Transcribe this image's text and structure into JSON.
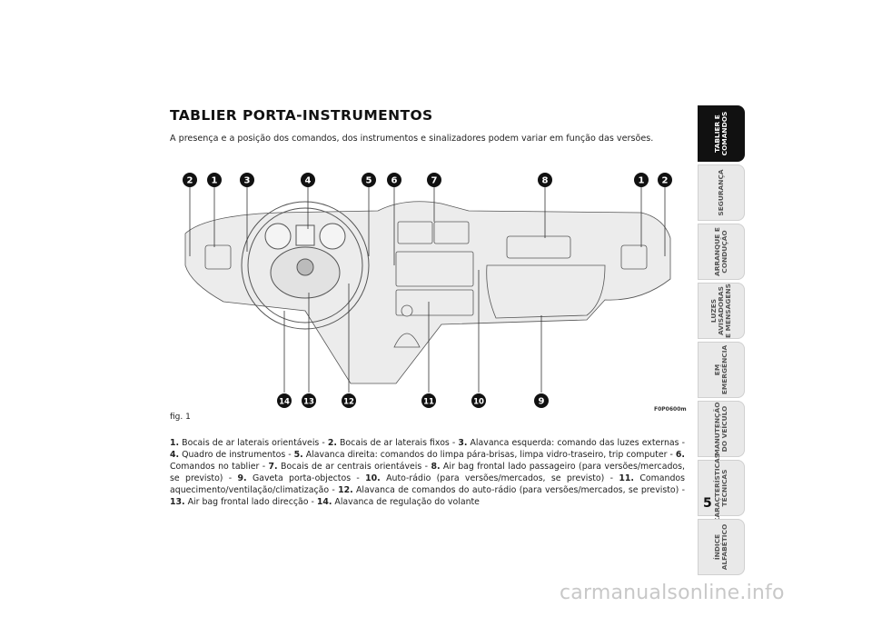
{
  "title": "TABLIER PORTA-INSTRUMENTOS",
  "subtitle": "A presença e a posição dos comandos, dos instrumentos e sinalizadores podem variar em função das versões.",
  "figure": {
    "label": "fig. 1",
    "code": "F0P0600m",
    "callouts_top": [
      "2",
      "1",
      "3",
      "4",
      "5",
      "6",
      "7",
      "8",
      "1",
      "2"
    ],
    "callouts_bottom": [
      "14",
      "13",
      "12",
      "11",
      "10",
      "9"
    ]
  },
  "legend": [
    {
      "num": "1.",
      "text": "Bocais de ar laterais orientáveis - "
    },
    {
      "num": "2.",
      "text": "Bocais de ar laterais fixos - "
    },
    {
      "num": "3.",
      "text": "Alavanca esquerda: comando das luzes externas - "
    },
    {
      "num": "4.",
      "text": "Quadro de instrumentos  - "
    },
    {
      "num": "5.",
      "text": "Alavanca direita: comandos do limpa pára-brisas, limpa vidro-traseiro, trip computer - "
    },
    {
      "num": "6.",
      "text": "Comandos no tablier - "
    },
    {
      "num": "7.",
      "text": "Bocais de ar centrais orientáveis - "
    },
    {
      "num": "8.",
      "text": "Air bag frontal lado passageiro (para versões/mercados, se previsto) - "
    },
    {
      "num": "9.",
      "text": "Gaveta porta-objectos - "
    },
    {
      "num": "10.",
      "text": "Auto-rádio (para versões/mercados, se previsto) - "
    },
    {
      "num": "11.",
      "text": "Comandos aquecimento/ventilação/climatização - "
    },
    {
      "num": "12.",
      "text": "Alavanca de comandos do auto-rádio (para versões/mercados, se previsto) - "
    },
    {
      "num": "13.",
      "text": "Air bag frontal lado direcção - "
    },
    {
      "num": "14.",
      "text": "Alavanca de regulação do volante"
    }
  ],
  "tabs": [
    {
      "label": "TABLIER E\nCOMANDOS",
      "active": true
    },
    {
      "label": "SEGURANÇA",
      "active": false
    },
    {
      "label": "ARRANQUE E\nCONDUÇÃO",
      "active": false
    },
    {
      "label": "LUZES\nAVISADORAS\nE MENSAGENS",
      "active": false
    },
    {
      "label": "EM\nEMERGÊNCIA",
      "active": false
    },
    {
      "label": "MANUTENÇÃO\nDO VEÍCULO",
      "active": false
    },
    {
      "label": "CARACTERÍSTICAS\nTÉCNICAS",
      "active": false
    },
    {
      "label": "ÍNDICE\nALFABÉTICO",
      "active": false
    }
  ],
  "page_number": "5",
  "watermark": "carmanualsonline.info"
}
